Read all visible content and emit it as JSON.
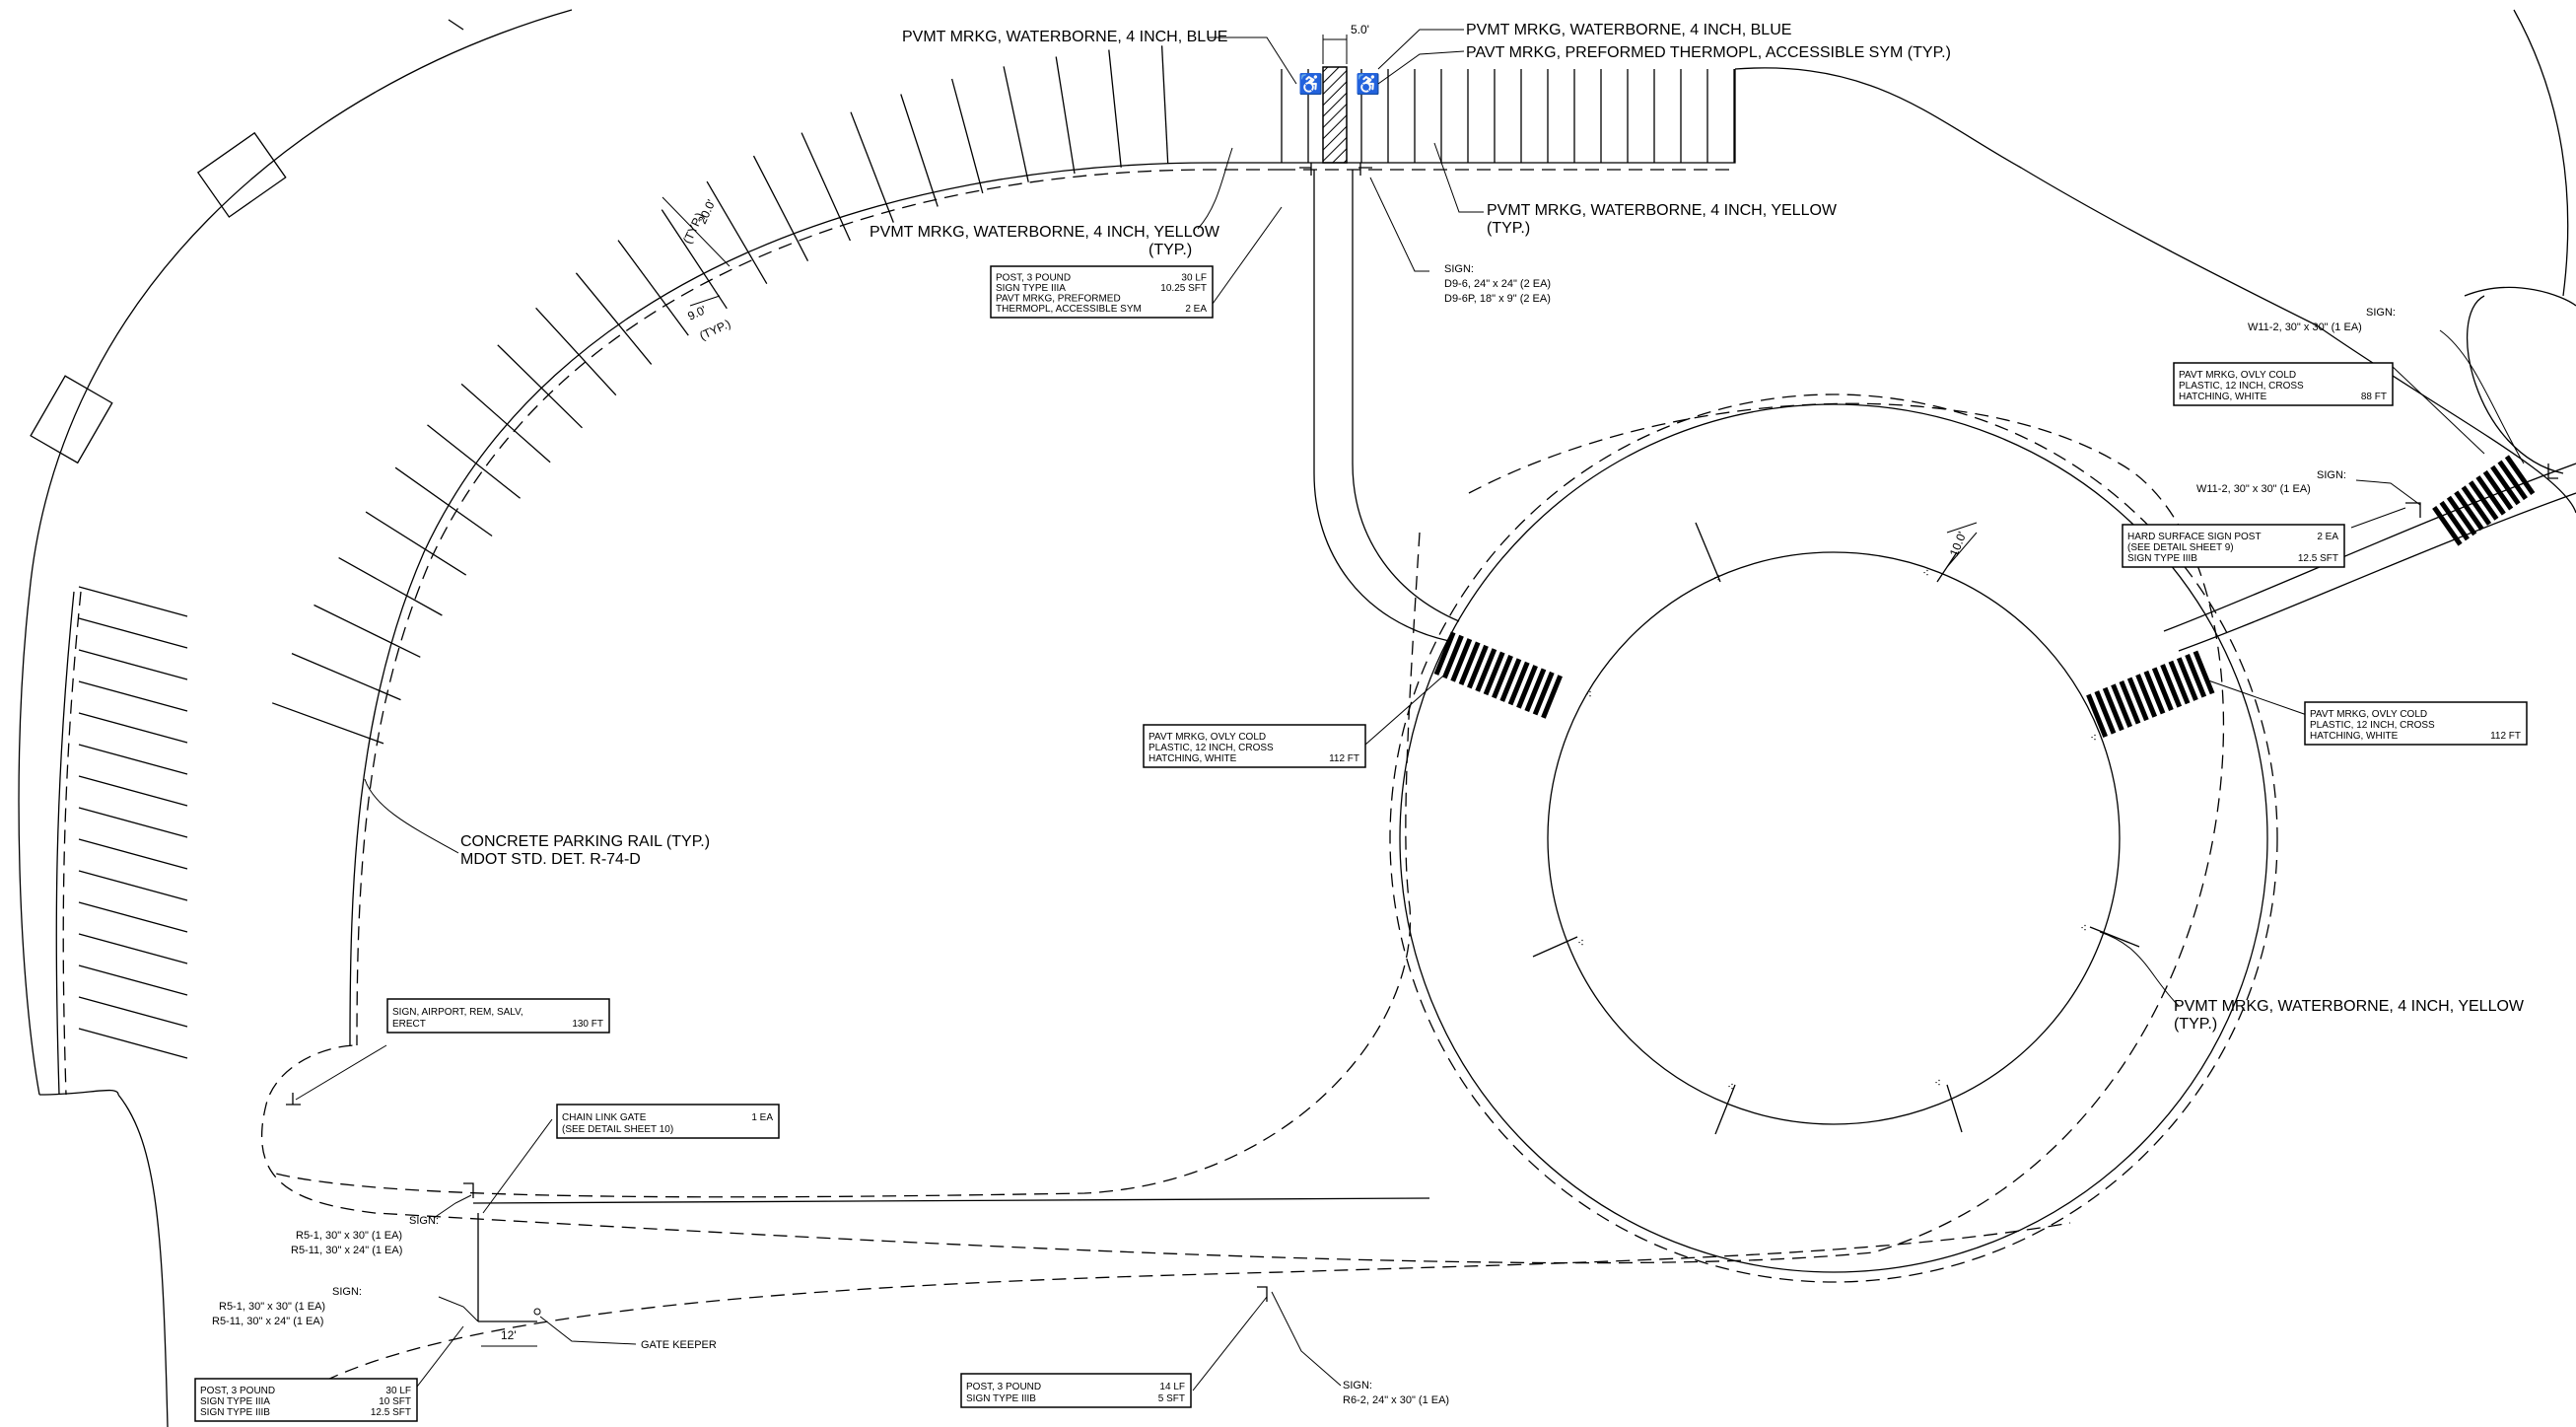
{
  "callouts": {
    "pvmt_blue_left": "PVMT MRKG, WATERBORNE, 4 INCH, BLUE",
    "pvmt_blue_right": "PVMT MRKG, WATERBORNE, 4 INCH, BLUE",
    "pavt_accessible": "PAVT MRKG, PREFORMED THERMOPL, ACCESSIBLE SYM (TYP.)",
    "dim_5": "5.0'",
    "pvmt_yellow_left_1": "PVMT MRKG, WATERBORNE, 4 INCH, YELLOW",
    "pvmt_yellow_left_2": "(TYP.)",
    "pvmt_yellow_right_1": "PVMT MRKG, WATERBORNE, 4 INCH, YELLOW",
    "pvmt_yellow_right_2": "(TYP.)",
    "sign_top": [
      "SIGN:",
      "D9-6, 24\" x 24\" (2 EA)",
      "D9-6P, 18\" x 9\" (2 EA)"
    ],
    "dim_20": "20.0'",
    "dim_20_typ": "(TYP.)",
    "dim_9": "9.0'",
    "dim_9_typ": "(TYP.)",
    "dim_10": "10.0'",
    "concrete_rail_1": "CONCRETE PARKING RAIL (TYP.)",
    "concrete_rail_2": "MDOT STD. DET. R-74-D",
    "sign_w11_top": [
      "SIGN:",
      "W11-2, 30\" x 30\" (1 EA)"
    ],
    "sign_w11_mid": [
      "SIGN:",
      "W11-2, 30\" x 30\" (1 EA)"
    ],
    "pvmt_yellow_circle_1": "PVMT MRKG, WATERBORNE, 4 INCH, YELLOW",
    "pvmt_yellow_circle_2": "(TYP.)",
    "sign_r5_upper": [
      "SIGN:",
      "R5-1, 30\" x 30\" (1 EA)",
      "R5-11, 30\" x 24\" (1 EA)"
    ],
    "sign_r5_lower": [
      "SIGN:",
      "R5-1, 30\" x 30\" (1 EA)",
      "R5-11, 30\" x 24\" (1 EA)"
    ],
    "dim_12": "12'",
    "gate_keeper": "GATE KEEPER",
    "sign_r6": [
      "SIGN:",
      "R6-2, 24\" x 30\" (1 EA)"
    ]
  },
  "quantity_boxes": {
    "post_top": [
      {
        "item": "POST, 3 POUND",
        "qty": "30 LF"
      },
      {
        "item": "SIGN TYPE IIIA",
        "qty": "10.25 SFT"
      },
      {
        "item": "PAVT MRKG, PREFORMED",
        "qty": ""
      },
      {
        "item": "THERMOPL, ACCESSIBLE SYM",
        "qty": "2 EA"
      }
    ],
    "pavt_left": [
      {
        "item": "PAVT MRKG, OVLY COLD",
        "qty": ""
      },
      {
        "item": "PLASTIC, 12 INCH, CROSS",
        "qty": ""
      },
      {
        "item": "HATCHING, WHITE",
        "qty": "112 FT"
      }
    ],
    "pavt_right_lower": [
      {
        "item": "PAVT MRKG, OVLY COLD",
        "qty": ""
      },
      {
        "item": "PLASTIC, 12 INCH, CROSS",
        "qty": ""
      },
      {
        "item": "HATCHING, WHITE",
        "qty": "112 FT"
      }
    ],
    "pavt_right_upper": [
      {
        "item": "PAVT MRKG, OVLY COLD",
        "qty": ""
      },
      {
        "item": "PLASTIC, 12 INCH, CROSS",
        "qty": ""
      },
      {
        "item": "HATCHING, WHITE",
        "qty": "88 FT"
      }
    ],
    "hard_surface": [
      {
        "item": "HARD SURFACE SIGN POST",
        "qty": "2 EA"
      },
      {
        "item": "  (SEE DETAIL SHEET 9)",
        "qty": ""
      },
      {
        "item": "SIGN TYPE IIIB",
        "qty": "12.5 SFT"
      }
    ],
    "sign_airport": [
      {
        "item": "SIGN, AIRPORT, REM, SALV,",
        "qty": ""
      },
      {
        "item": "ERECT",
        "qty": "130 FT"
      }
    ],
    "chain_link": [
      {
        "item": "CHAIN LINK GATE",
        "qty": "1 EA"
      },
      {
        "item": "(SEE DETAIL SHEET 10)",
        "qty": ""
      }
    ],
    "post_bottom_left": [
      {
        "item": "POST, 3 POUND",
        "qty": "30 LF"
      },
      {
        "item": "SIGN TYPE IIIA",
        "qty": "10 SFT"
      },
      {
        "item": "SIGN TYPE IIIB",
        "qty": "12.5 SFT"
      }
    ],
    "post_bottom_mid": [
      {
        "item": "POST, 3 POUND",
        "qty": "14 LF"
      },
      {
        "item": "SIGN TYPE IIIB",
        "qty": "5 SFT"
      }
    ]
  }
}
